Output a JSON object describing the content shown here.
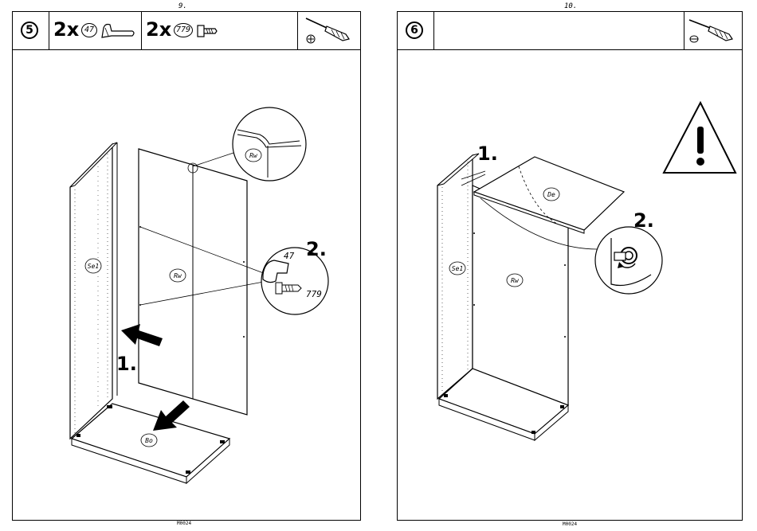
{
  "pages": [
    {
      "page_number": "9.",
      "step": "5",
      "doc_code": "M0024",
      "parts": [
        {
          "qty": "2x",
          "part_no": "47"
        },
        {
          "qty": "2x",
          "part_no": "779"
        }
      ],
      "tool_icon": "screwdriver-phillips-icon",
      "labels": {
        "side": "Se1",
        "back": "Rw",
        "bottom": "Bo",
        "detail_back": "Rw",
        "hw_a": "47",
        "hw_b": "779"
      },
      "callouts": {
        "first": "1.",
        "second": "2."
      }
    },
    {
      "page_number": "10.",
      "step": "6",
      "doc_code": "M0024",
      "tool_icon": "screwdriver-flat-icon",
      "labels": {
        "side": "Se1",
        "back": "Rw",
        "top": "De"
      },
      "callouts": {
        "first": "1.",
        "second": "2."
      },
      "warning_icon": "warning-triangle-icon"
    }
  ]
}
